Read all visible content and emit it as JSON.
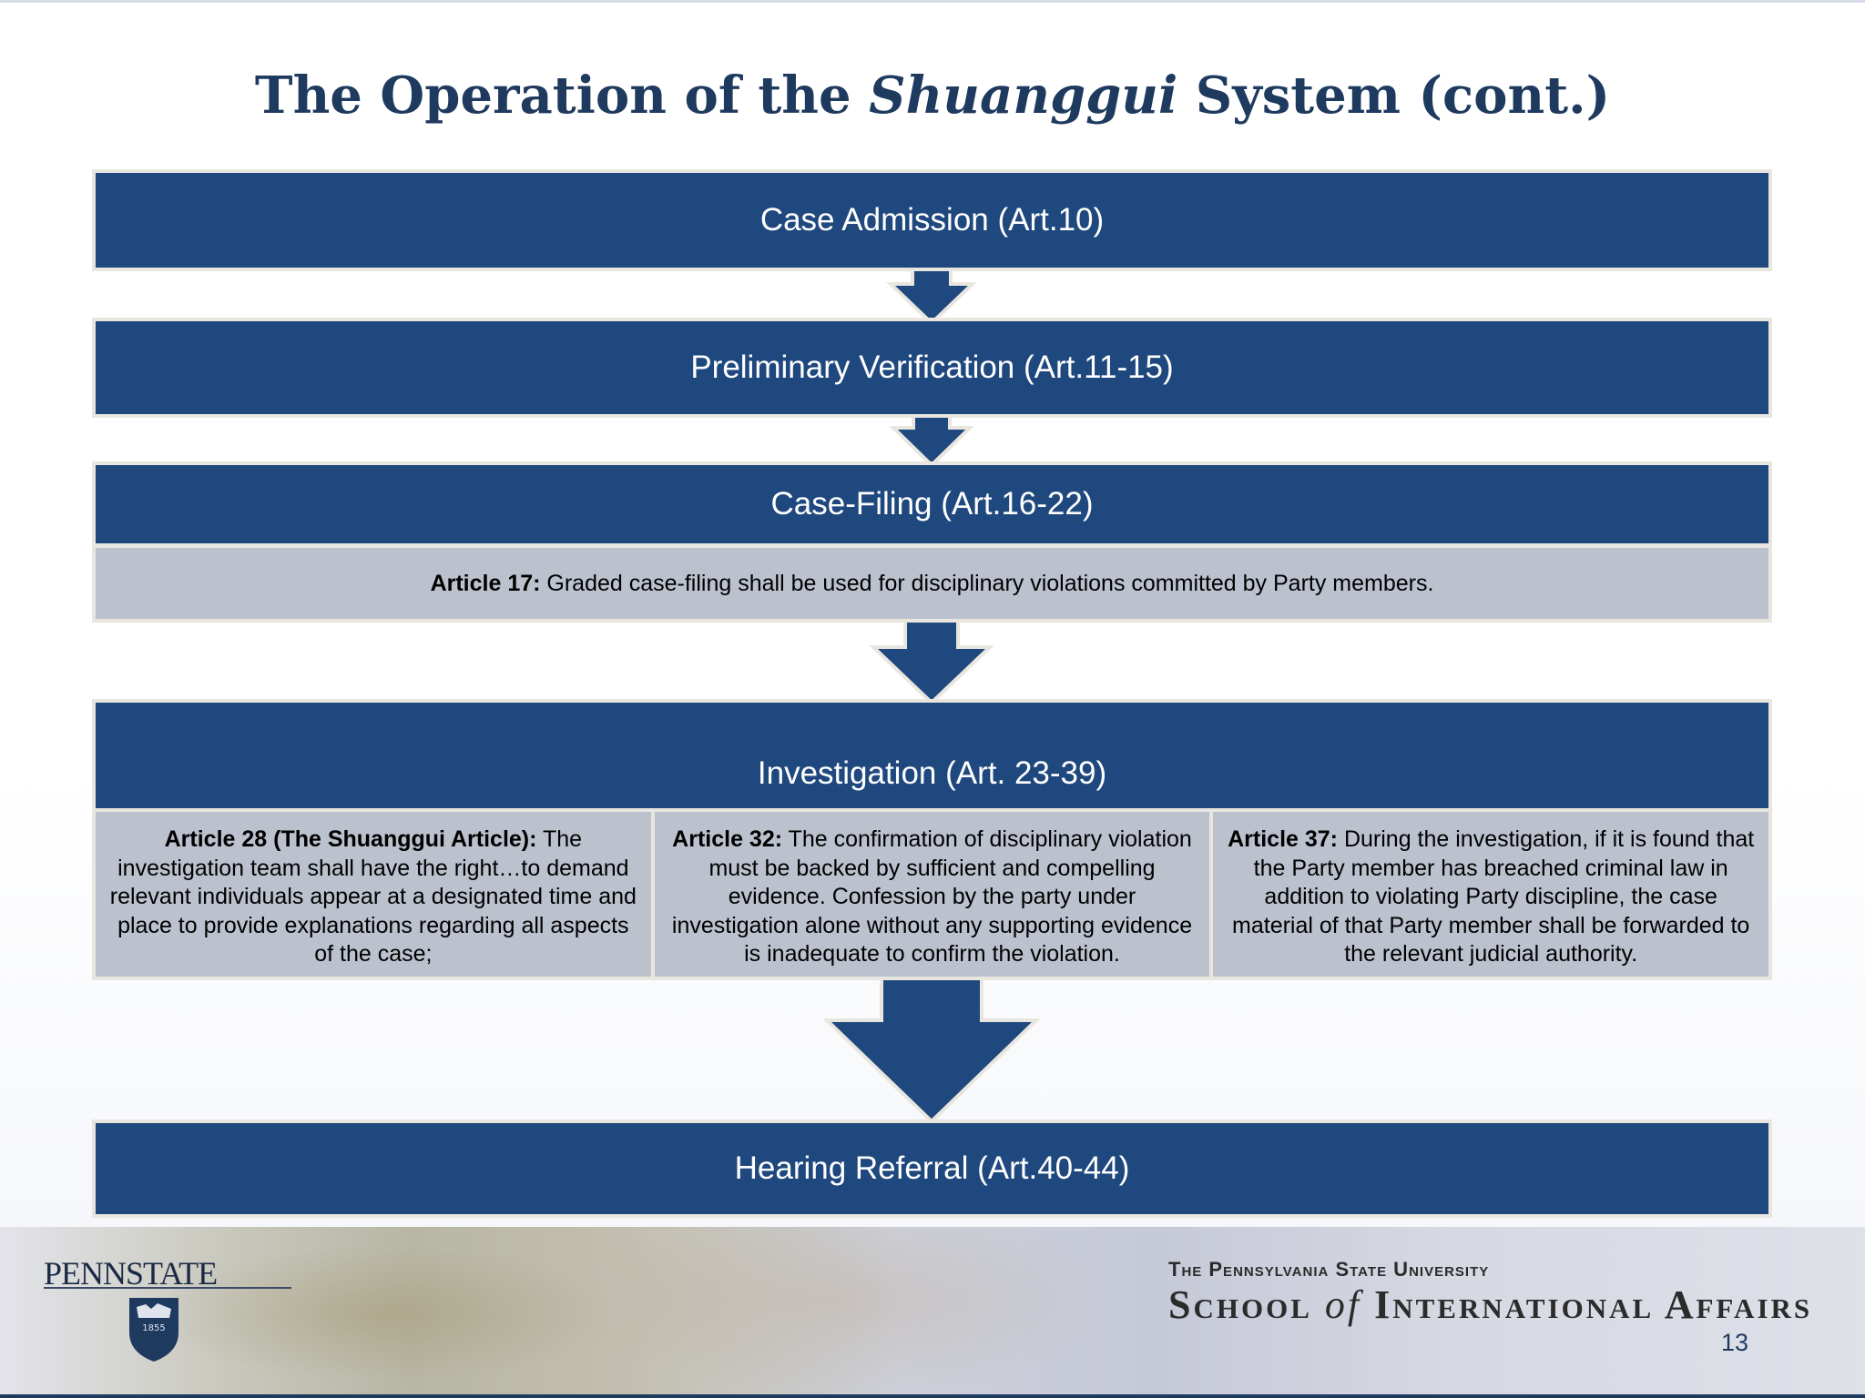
{
  "slide": {
    "title_part1": "The Operation of the",
    "title_italic": "Shuanggui",
    "title_part2": "System (cont.)",
    "page_number": "13"
  },
  "flow": {
    "step1": "Case Admission (Art.10)",
    "step2": "Preliminary Verification (Art.11-15)",
    "step3": "Case-Filing  (Art.16-22)",
    "step3_detail": {
      "label": "Article 17:",
      "text": " Graded case-filing shall be used for disciplinary violations committed by Party members."
    },
    "step4": "Investigation (Art. 23-39)",
    "step4_details": [
      {
        "label": "Article 28 (The Shuanggui Article):",
        "text": " The investigation team shall have the right…to demand  relevant individuals appear at a designated time and place to provide explanations regarding all aspects of the case;"
      },
      {
        "label": "Article 32:",
        "text": " The confirmation of disciplinary violation must be backed by sufficient and compelling evidence. Confession by the party under investigation alone without any supporting evidence is inadequate to confirm the violation."
      },
      {
        "label": "Article 37:",
        "text": " During the investigation, if it is found that the Party member has breached criminal law in addition to violating Party discipline, the case material of that Party member shall be forwarded to the relevant judicial authority."
      }
    ],
    "step5": "Hearing Referral (Art.40-44)"
  },
  "footer": {
    "left_logo": "PENNSTATE",
    "left_logo_seal_year": "1855",
    "university": "The Pennsylvania State University",
    "school_part1": "School",
    "school_of": "of",
    "school_part2": "International Affairs"
  },
  "colors": {
    "bar": "#1f487e",
    "detail": "#bcc1ce",
    "title": "#1f3a5f"
  }
}
